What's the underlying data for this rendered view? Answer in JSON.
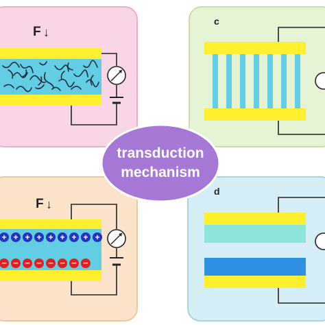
{
  "center": {
    "line1": "transduction",
    "line2": "mechanism"
  },
  "panels": {
    "top_left": {
      "force_label": "F",
      "force_arrow": "↓"
    },
    "top_right": {
      "label": "c"
    },
    "bottom_left": {
      "force_label": "F",
      "force_arrow": "↓",
      "positive_sign": "+",
      "negative_sign": "−"
    },
    "bottom_right": {
      "label": "d"
    }
  },
  "colors": {
    "panel_pink": "#f8d6e6",
    "panel_green": "#e6f4d6",
    "panel_orange": "#fbe3cc",
    "panel_blue": "#d6eef6",
    "electrode_yellow": "#ffef2e",
    "layer_cyan": "#62cde3",
    "layer_blue": "#2f8fe0",
    "ellipse_purple": "#a678d6",
    "positive_blue": "#2433c0",
    "negative_red": "#e02020"
  }
}
